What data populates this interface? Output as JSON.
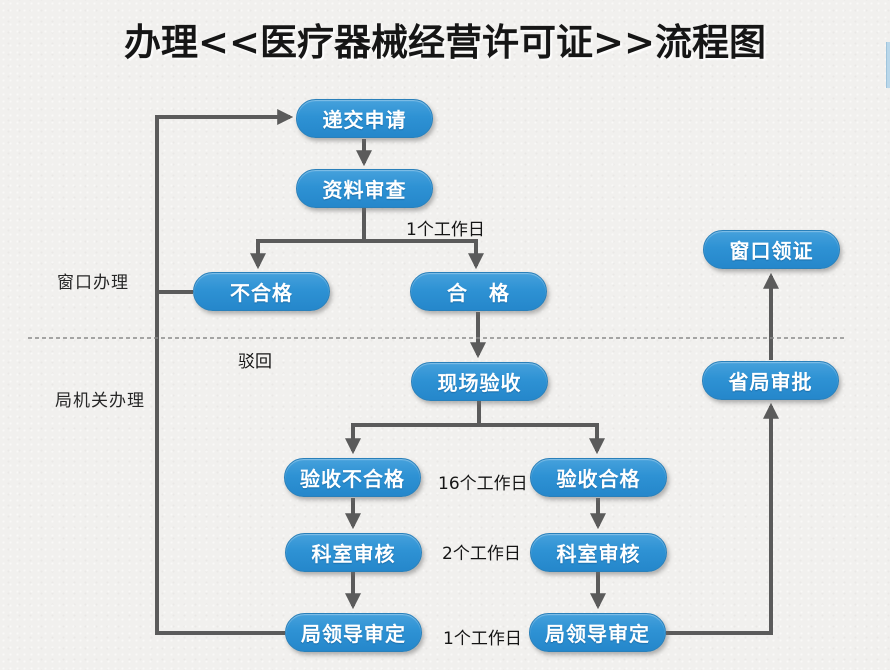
{
  "title": "办理<<医疗器械经营许可证>>流程图",
  "sections": {
    "window_label": "窗口办理",
    "bureau_label": "局机关办理"
  },
  "nodes": [
    {
      "id": "submit-application",
      "label": "递交申请"
    },
    {
      "id": "document-review",
      "label": "资料审查"
    },
    {
      "id": "unqualified",
      "label": "不合格"
    },
    {
      "id": "qualified",
      "label": "合　格"
    },
    {
      "id": "onsite-inspection",
      "label": "现场验收"
    },
    {
      "id": "inspection-failed",
      "label": "验收不合格"
    },
    {
      "id": "inspection-passed",
      "label": "验收合格"
    },
    {
      "id": "department-review-left",
      "label": "科室审核"
    },
    {
      "id": "department-review-right",
      "label": "科室审核"
    },
    {
      "id": "bureau-leader-left",
      "label": "局领导审定"
    },
    {
      "id": "bureau-leader-right",
      "label": "局领导审定"
    },
    {
      "id": "certificate-collection",
      "label": "窗口领证"
    },
    {
      "id": "provincial-approval",
      "label": "省局审批"
    }
  ],
  "edge_labels": {
    "reject": "驳回",
    "review_duration": "1个工作日",
    "inspection_duration": "16个工作日",
    "department_review_duration": "2个工作日",
    "leader_approval_duration": "1个工作日"
  },
  "edges": [
    {
      "from": "submit-application",
      "to": "document-review"
    },
    {
      "from": "document-review",
      "to": "unqualified"
    },
    {
      "from": "document-review",
      "to": "qualified"
    },
    {
      "from": "qualified",
      "to": "onsite-inspection"
    },
    {
      "from": "onsite-inspection",
      "to": "inspection-failed"
    },
    {
      "from": "onsite-inspection",
      "to": "inspection-passed"
    },
    {
      "from": "inspection-failed",
      "to": "department-review-left"
    },
    {
      "from": "department-review-left",
      "to": "bureau-leader-left"
    },
    {
      "from": "inspection-passed",
      "to": "department-review-right"
    },
    {
      "from": "department-review-right",
      "to": "bureau-leader-right"
    },
    {
      "from": "bureau-leader-right",
      "to": "provincial-approval"
    },
    {
      "from": "provincial-approval",
      "to": "certificate-collection"
    },
    {
      "from": "unqualified",
      "to": "submit-application"
    },
    {
      "from": "bureau-leader-left",
      "to": "submit-application"
    }
  ],
  "colors": {
    "node_fill": "#2E92D4",
    "node_border": "#2A80BA",
    "node_text": "#FFFFFF",
    "arrow": "#5B5B5B",
    "divider": "#8A8A8A",
    "background": "#F1F0EE",
    "title_text": "#161616",
    "scrollbar_fragment": "#B9D7EA"
  }
}
